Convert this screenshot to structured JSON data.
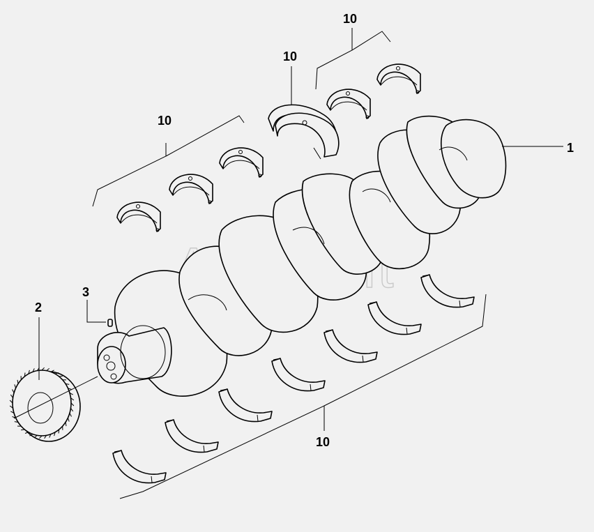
{
  "diagram": {
    "watermark": "AutoSoft",
    "callouts": {
      "crankshaft": "1",
      "gear": "2",
      "pin": "3",
      "bearings_upper_left": "10",
      "bearings_thrust": "10",
      "bearings_upper_right": "10",
      "bearings_lower": "10"
    }
  }
}
